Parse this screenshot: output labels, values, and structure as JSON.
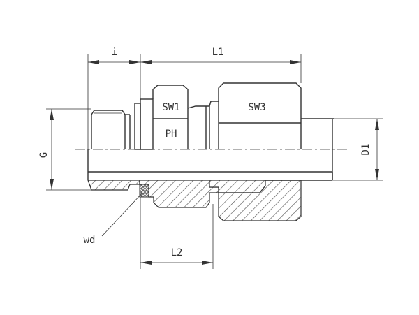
{
  "labels": {
    "i": "i",
    "L1": "L1",
    "SW1": "SW1",
    "SW3": "SW3",
    "PH": "PH",
    "G": "G",
    "D1": "D1",
    "wd": "wd",
    "L2": "L2"
  }
}
